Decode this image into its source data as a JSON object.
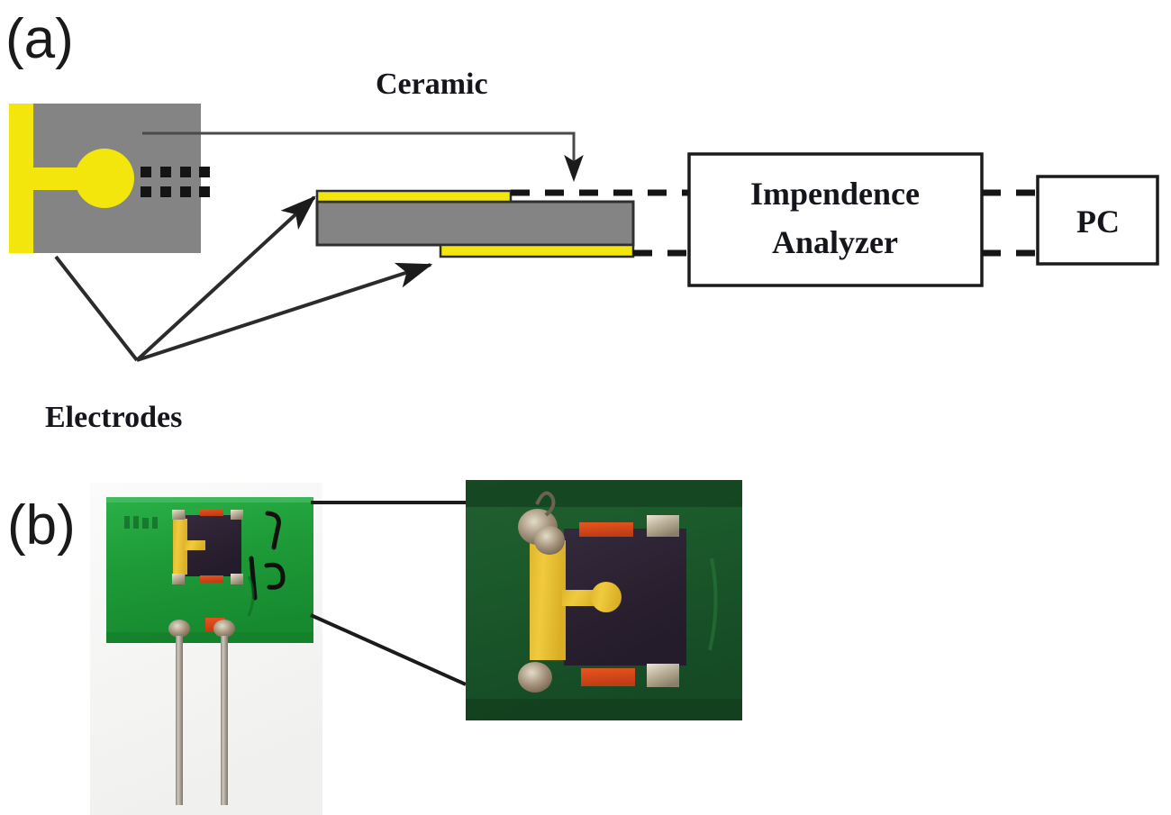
{
  "figure": {
    "panels": [
      {
        "id": "a",
        "label": "(a)",
        "caption_labels": {
          "ceramic": "Ceramic",
          "electrodes": "Electrodes"
        },
        "blocks": [
          {
            "name": "impedance-analyzer",
            "line1": "Impendence",
            "line2": "Analyzer"
          },
          {
            "name": "pc",
            "line1": "PC"
          }
        ],
        "schematic": {
          "top_view": {
            "substrate_label": "ceramic-substrate-top-view",
            "electrode_color": "#F2E60D",
            "substrate_color": "#848484",
            "dot_rows": 2,
            "dots_per_row": 4,
            "dot_color": "#141414"
          },
          "cross_section": {
            "substrate_color": "#848484",
            "electrode_color": "#F2E60D",
            "outline_color": "#3a3a3a",
            "top_electrode": "upper-electrode",
            "bottom_electrode": "lower-electrode"
          },
          "wire_style": "dashed",
          "wire_color": "#151515"
        }
      },
      {
        "id": "b",
        "label": "(b)",
        "photos": [
          {
            "name": "sensor-pcb-photo",
            "description": "green-pcb-with-sensor-and-two-leads",
            "pcb_color": "#1f9d3a",
            "chip_color": "#3b3a44",
            "electrode_color": "#ecc32a",
            "lead_color": "#b9b2a8",
            "solder_pad_color": "#c8481f"
          },
          {
            "name": "sensor-closeup-photo",
            "description": "magnified-view-of-ceramic-chip-electrode",
            "pcb_color": "#1c5c2e",
            "chip_color": "#2a1f33",
            "electrode_color": "#e8bf34",
            "solder_color": "#cfc6ae",
            "pad_color": "#d8481d"
          }
        ]
      }
    ]
  },
  "colors": {
    "yellow_electrode": "#F2E60D",
    "gray_ceramic": "#848484",
    "line_black": "#1b1b1b",
    "pcb_green": "#1f9d3a",
    "chip_dark": "#3b3a44"
  }
}
